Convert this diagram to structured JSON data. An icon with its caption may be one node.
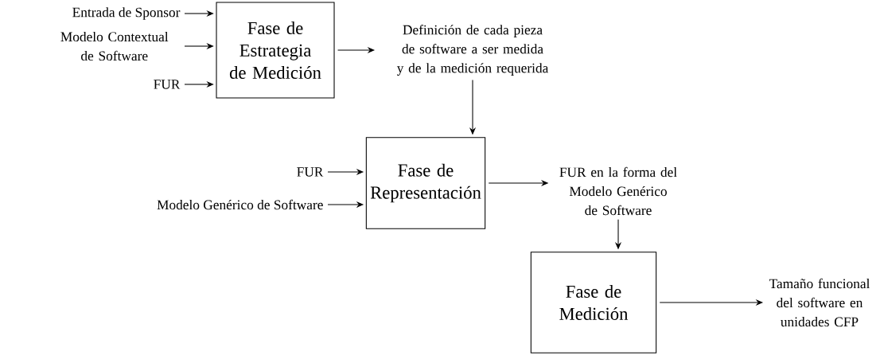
{
  "diagram": {
    "nodes": [
      {
        "text": [
          "Entrada de Sponsor"
        ]
      },
      {
        "text": [
          "Modelo Contextual de Software"
        ]
      },
      {
        "text": [
          "FUR"
        ]
      },
      {
        "text": [
          "Fase de Estrategia de Medición"
        ]
      },
      {
        "text": [
          "Definición de cada pieza de software a ser medida y de la medición requerida"
        ]
      },
      {
        "text": [
          "FUR"
        ]
      },
      {
        "text": [
          "Modelo Genérico de Software"
        ]
      },
      {
        "text": [
          "Fase de Representación"
        ]
      },
      {
        "text": [
          "FUR en la forma del Modelo Genérico de Software"
        ]
      },
      {
        "text": [
          "Fase de Medición"
        ]
      },
      {
        "text": [
          "Tamaño funcional del software en unidades CFP"
        ]
      }
    ],
    "edges": [
      {
        "from": 0,
        "to": 3,
        "arrow": "to"
      },
      {
        "from": 1,
        "to": 3,
        "arrow": "to"
      },
      {
        "from": 2,
        "to": 3,
        "arrow": "to"
      },
      {
        "from": 3,
        "to": 4,
        "arrow": "to"
      },
      {
        "from": 4,
        "to": 7,
        "arrow": "to"
      },
      {
        "from": 5,
        "to": 7,
        "arrow": "to"
      },
      {
        "from": 6,
        "to": 7,
        "arrow": "to"
      },
      {
        "from": 7,
        "to": 8,
        "arrow": "to"
      },
      {
        "from": 8,
        "to": 9,
        "arrow": "to"
      },
      {
        "from": 9,
        "to": 10,
        "arrow": "to"
      }
    ]
  }
}
